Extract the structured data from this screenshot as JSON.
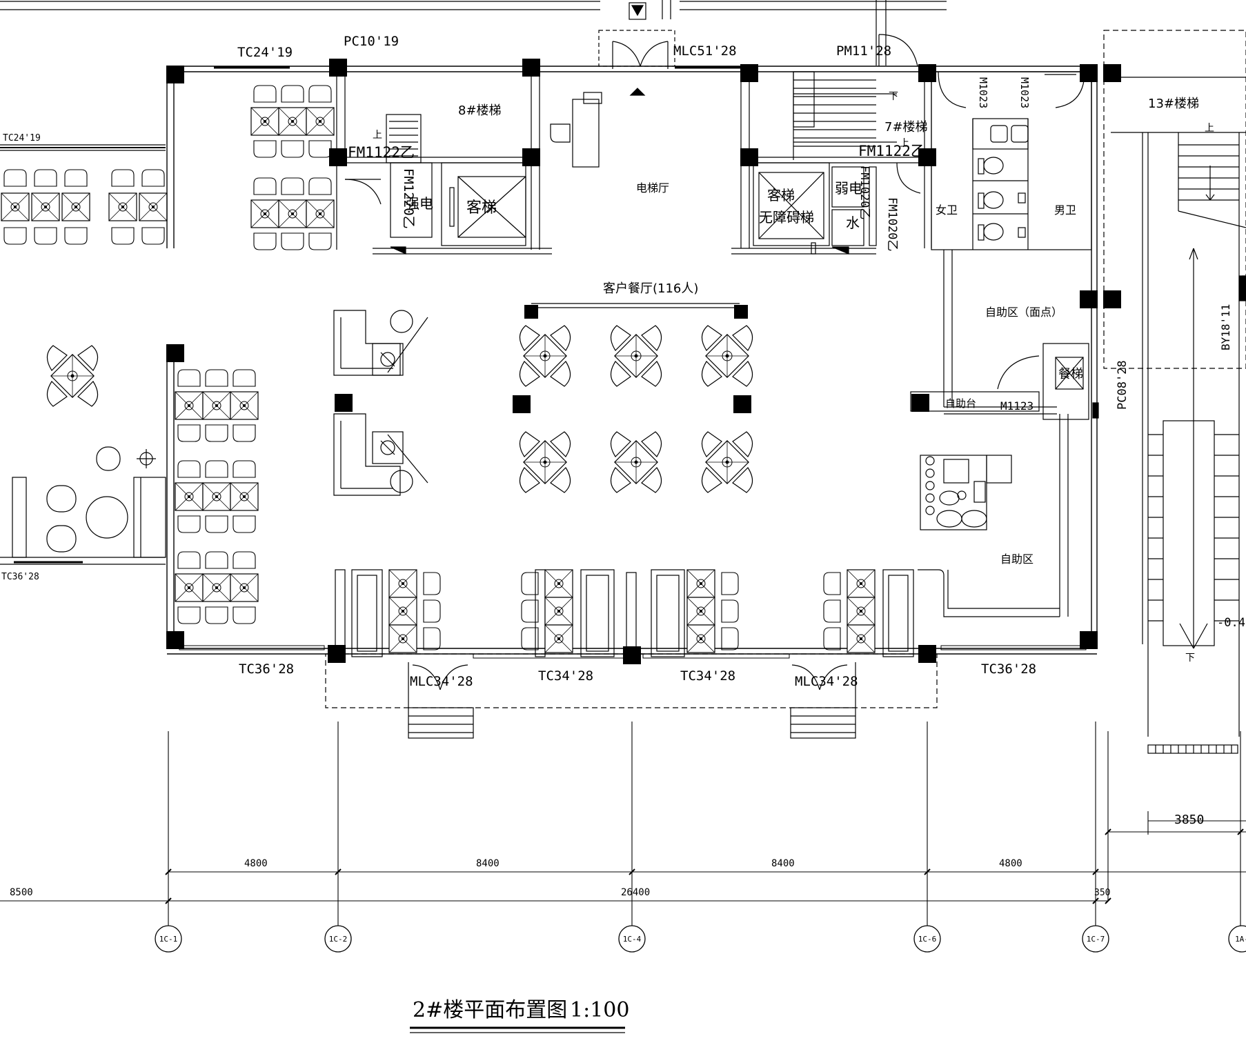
{
  "title": "2#楼平面布置图",
  "scale": "1:100",
  "rooms": {
    "stair8": "8#楼梯",
    "stair7": "7#楼梯",
    "stair13": "13#楼梯",
    "elevator_hall": "电梯厅",
    "passenger_lift_left": "客梯",
    "passenger_lift_right": "客梯",
    "barrier_free_lift": "无障碍梯",
    "strong_power": "强电",
    "weak_power": "弱电",
    "water": "水",
    "womens_wc": "女卫",
    "mens_wc": "男卫",
    "self_service_noodle": "自助区（面点）",
    "self_service": "自助区",
    "self_service_counter": "自助台",
    "dining_hall": "客户餐厅(116人)",
    "dumbwaiter": "餐梯",
    "down": "下",
    "up": "上"
  },
  "openings": {
    "tc2419_top": "TC24'19",
    "tc2419_left": "TC24'19",
    "pc1019": "PC10'19",
    "mlc5128": "MLC51'28",
    "pm1128": "PM11'28",
    "fm1122_left": "FM1122乙",
    "fm1122_right": "FM1122乙",
    "fm1220": "FM1220乙",
    "fm1020_a": "FM1020乙",
    "fm1020_b": "FM1020乙",
    "m1023_a": "M1023",
    "m1023_b": "M1023",
    "m1123": "M1123",
    "pc0828": "PC08'28",
    "by1811": "BY18'11",
    "tc3628_left": "TC36'28",
    "tc3628_far": "TC36'28",
    "tc3628_right": "TC36'28",
    "mlc3428_left": "MLC34'28",
    "mlc3428_right": "MLC34'28",
    "tc3428_a": "TC34'28",
    "tc3428_b": "TC34'28",
    "level": "-0.40"
  },
  "dimensions": {
    "d4800a": "4800",
    "d8400a": "8400",
    "d8400b": "8400",
    "d4800b": "4800",
    "d8500": "8500",
    "d26400": "26400",
    "d350": "350",
    "d3850": "3850"
  },
  "axes": [
    "1C-1",
    "1C-2",
    "1C-4",
    "1C-6",
    "1C-7",
    "1A-"
  ]
}
